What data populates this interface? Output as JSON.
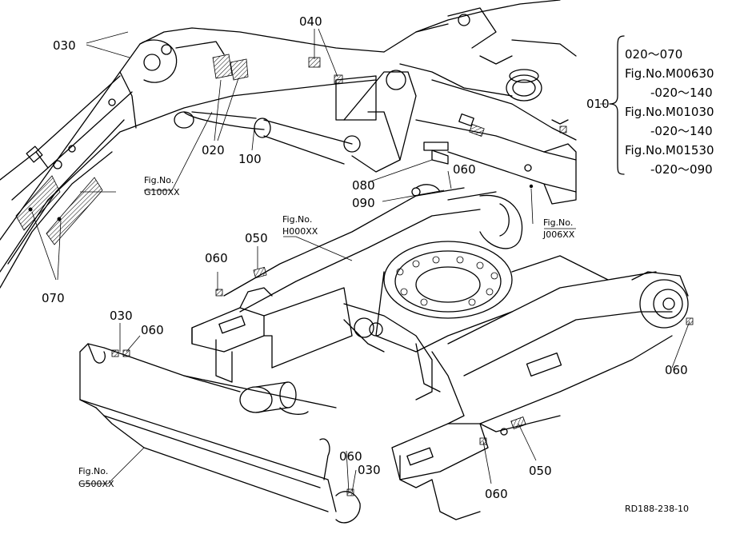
{
  "callouts": {
    "c030_top": "030",
    "c040": "040",
    "c020": "020",
    "c100": "100",
    "c080": "080",
    "c060_a": "060",
    "c090": "090",
    "c010": "010",
    "c050_a": "050",
    "c060_b": "060",
    "c070": "070",
    "c030_mid": "030",
    "c060_c": "060",
    "c060_d": "060",
    "c060_e": "060",
    "c030_bot": "030",
    "c050_b": "050",
    "c060_f": "060"
  },
  "figure_refs": {
    "g100": [
      "Fig.No.",
      "G100XX"
    ],
    "h000": [
      "Fig.No.",
      "H000XX"
    ],
    "j006": [
      "Fig.No.",
      "J006XX"
    ],
    "g500": [
      "Fig.No.",
      "G500XX"
    ]
  },
  "bracket_list": [
    "020～070",
    "Fig.No.M00630",
    "-020～140",
    "Fig.No.M01030",
    "-020～140",
    "Fig.No.M01530",
    "-020～090"
  ],
  "drawing_code": "RD188-238-10"
}
